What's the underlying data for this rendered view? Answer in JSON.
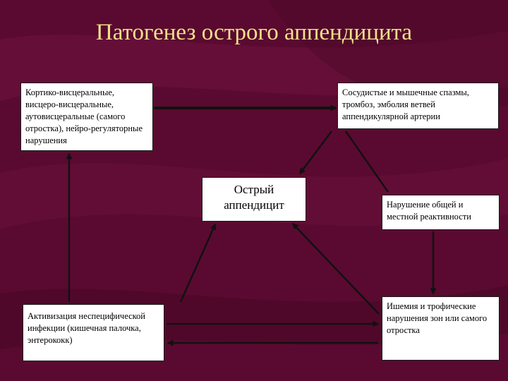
{
  "slide": {
    "title": "Патогенез острого аппендицита"
  },
  "boxes": {
    "cortico": "Кортико-висцеральные, висцеро-висцеральные, аутовисцеральные (самого отростка), нейро-регуляторные нарушения",
    "vascular": "Сосудистые и мышечные спазмы, тромбоз, эмболия ветвей аппендикулярной артерии",
    "center": "Острый аппендицит",
    "reactivity": "Нарушение общей и местной реактивности",
    "infection": "Активизация неспецифической инфекции (кишечная палочка, энтерококк)",
    "ischemia": "Ишемия и трофические нарушения зон или самого отростка"
  },
  "colors": {
    "background": "#5a0a30",
    "title": "#f2e08a",
    "box_fill": "#ffffff",
    "arrow": "#111111"
  }
}
